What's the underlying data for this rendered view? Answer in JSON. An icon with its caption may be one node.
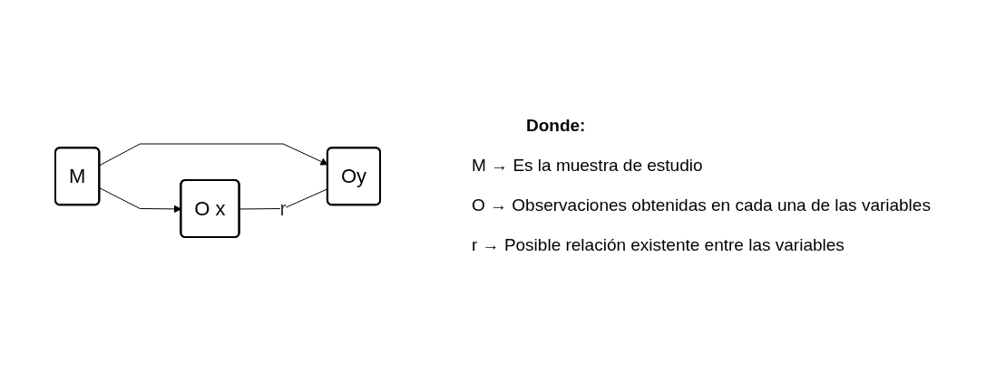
{
  "diagram": {
    "nodes": [
      {
        "text": [
          "M"
        ]
      },
      {
        "text": [
          "O x"
        ]
      },
      {
        "text": [
          "Oy"
        ]
      }
    ],
    "edges": [
      {
        "from": 0,
        "to": 1,
        "arrow": "to"
      },
      {
        "from": 0,
        "to": 2,
        "arrow": "to"
      },
      {
        "from": 1,
        "to": 2,
        "arrow": "none",
        "label": "r"
      }
    ],
    "labels": [
      "Donde:",
      "M → Es la muestra de estudio",
      "O → Observaciones obtenidas en cada una de las variables",
      "r → Posible relación existente entre las variables"
    ]
  }
}
